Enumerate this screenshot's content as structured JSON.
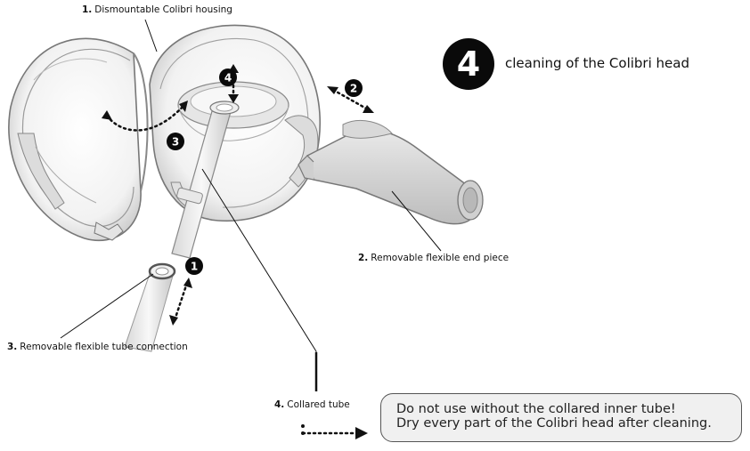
{
  "step": {
    "number": "4",
    "title": "cleaning of the Colibri head"
  },
  "labels": {
    "l1": {
      "num": "1.",
      "text": "Dismountable Colibri housing"
    },
    "l2": {
      "num": "2.",
      "text": "Removable flexible end piece"
    },
    "l3": {
      "num": "3.",
      "text": "Removable flexible tube connection"
    },
    "l4": {
      "num": "4.",
      "text": "Collared tube"
    }
  },
  "markers": [
    "1",
    "2",
    "3",
    "4"
  ],
  "warning": {
    "line1": "Do not use without the collared inner tube!",
    "line2": "Dry every part of the Colibri head after cleaning."
  }
}
